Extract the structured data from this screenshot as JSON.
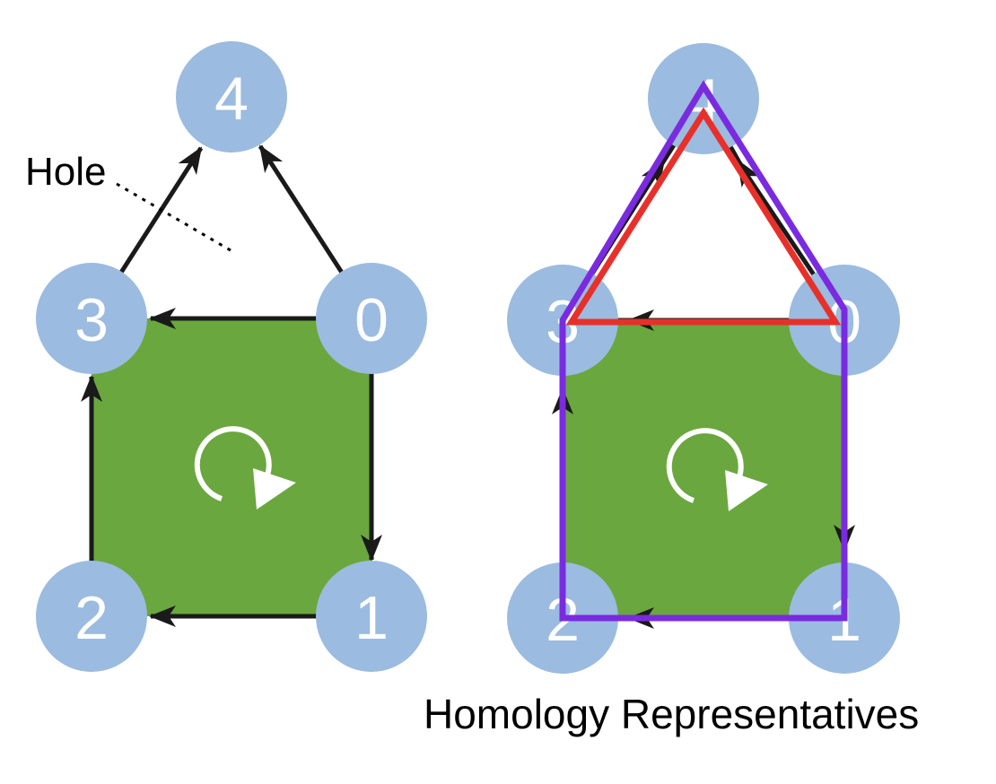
{
  "colors": {
    "node_fill": "#9bbbe0",
    "face_fill": "#6aa73e",
    "edge": "#1a1a1a",
    "red_cycle": "#e8302b",
    "purple_cycle": "#7a2be0",
    "label": "#ffffff",
    "text": "#000000"
  },
  "left_diagram": {
    "nodes": {
      "n0": "0",
      "n1": "1",
      "n2": "2",
      "n3": "3",
      "n4": "4"
    },
    "hole_label": "Hole",
    "face_icon": "circular-arrow-icon"
  },
  "right_diagram": {
    "nodes": {
      "n0": "0",
      "n1": "1",
      "n2": "2",
      "n3": "3",
      "n4": "4"
    },
    "caption": "Homology Representatives",
    "face_icon": "circular-arrow-icon"
  }
}
